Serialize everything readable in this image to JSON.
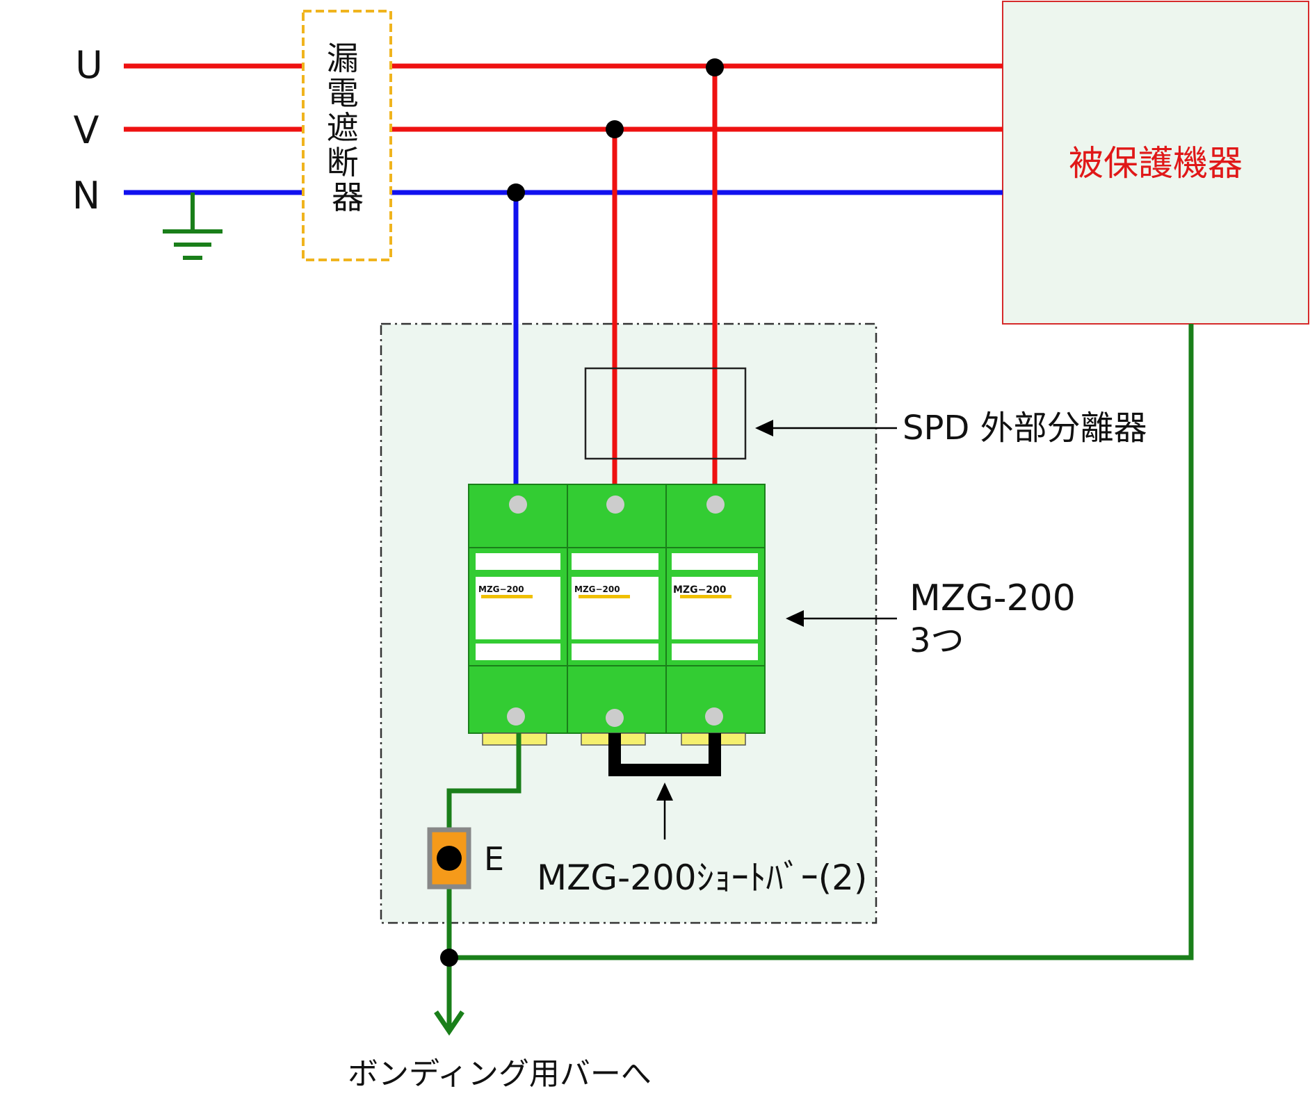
{
  "lines": {
    "u_label": "U",
    "v_label": "V",
    "n_label": "N"
  },
  "breaker": {
    "label": "漏電遮断器"
  },
  "protected_device": {
    "label": "被保護機器"
  },
  "annotations": {
    "spd_disconnector": "SPD 外部分離器",
    "mzg_line1": "MZG-200",
    "mzg_line2": "3つ",
    "earth_terminal": "E",
    "short_bar": "MZG-200ｼｮｰﾄﾊﾞｰ(2)",
    "bonding": "ボンディング用バーへ"
  },
  "modules": [
    {
      "label": "MZG−200"
    },
    {
      "label": "MZG−200"
    },
    {
      "label": "MZG−200"
    }
  ],
  "colors": {
    "phase_line": "#ee1111",
    "neutral_line": "#1111ee",
    "ground_line": "#1a7f1a",
    "breaker_border": "#f0b41e",
    "device_fill": "#edf6ee",
    "device_border": "#d62a2a",
    "device_text": "#e01818",
    "module_fill": "#33cc33",
    "enclosure_fill": "#edf6f0",
    "yellow_tab": "#f5f06e",
    "label_stripe": "#f0c000",
    "terminal_fill": "#f59a1a"
  }
}
